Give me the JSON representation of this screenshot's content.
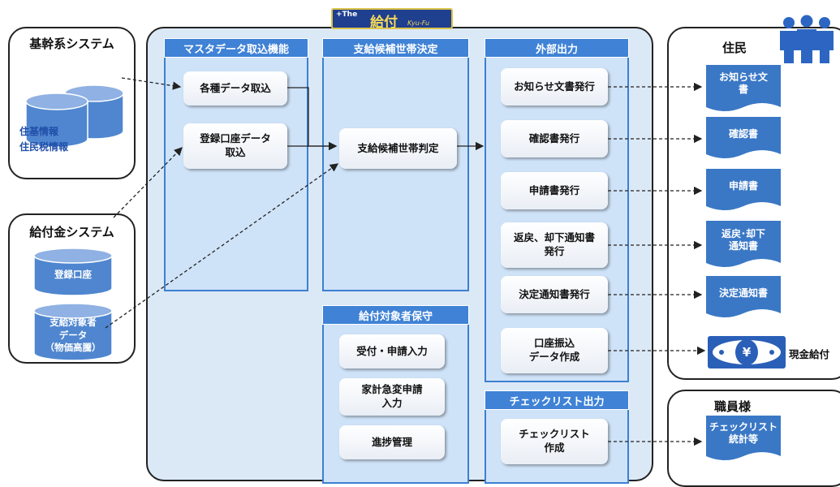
{
  "logo": {
    "prefix": "+The",
    "text": "給付",
    "sub": "Kyu-Fu"
  },
  "left": {
    "kikan": {
      "title": "基幹系システム",
      "info": [
        "住基情報",
        "住民税情報"
      ]
    },
    "kyufukin": {
      "title": "給付金システム",
      "db1": "登録口座",
      "db2": "支給対象者\nデータ\n（物価高騰）"
    }
  },
  "main": {
    "master": {
      "header": "マスタデータ取込機能",
      "btn1": "各種データ取込",
      "btn2": "登録口座データ\n取込"
    },
    "decide": {
      "header": "支給候補世帯決定",
      "btn1": "支給候補世帯判定"
    },
    "maint": {
      "header": "給付対象者保守",
      "btn1": "受付・申請入力",
      "btn2": "家計急変申請\n入力",
      "btn3": "進捗管理"
    },
    "output": {
      "header": "外部出力",
      "btns": [
        "お知らせ文書発行",
        "確認書発行",
        "申請書発行",
        "返戻、却下通知書\n発行",
        "決定通知書発行",
        "口座振込\nデータ作成"
      ]
    },
    "check": {
      "header": "チェックリスト出力",
      "btn1": "チェックリスト\n作成"
    }
  },
  "right": {
    "jumin": {
      "title": "住民",
      "docs": [
        "お知らせ文\n書",
        "確認書",
        "申請書",
        "返戻･却下\n通知書",
        "決定通知書"
      ],
      "cash": "現金給付",
      "yen": "¥"
    },
    "shokuin": {
      "title": "職員様",
      "doc": "チェックリスト\n統計等"
    }
  },
  "colors": {
    "accent": "#3f82d6",
    "doc": "#3a78c6",
    "db": "#4f86cf",
    "main_bg": "#dbe9f7"
  }
}
